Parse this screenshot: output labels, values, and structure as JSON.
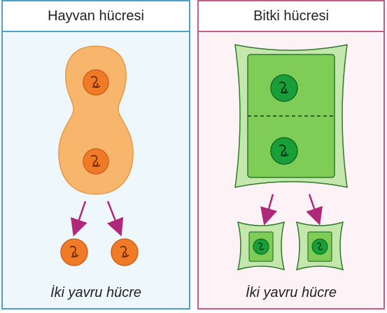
{
  "animal": {
    "title": "Hayvan hücresi",
    "caption": "İki yavru hücre",
    "colors": {
      "cytoplasm": "#f8b56c",
      "nucleus": "#ef7a28",
      "arrow": "#b0287a"
    }
  },
  "plant": {
    "title": "Bitki hücresi",
    "caption": "İki yavru hücre",
    "colors": {
      "wall": "#c3e7ad",
      "cytoplasm": "#7fcd57",
      "nucleus": "#1a9e3a",
      "arrow": "#b0287a"
    }
  }
}
